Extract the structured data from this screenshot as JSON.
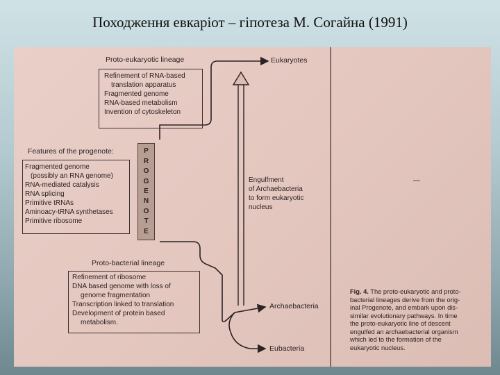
{
  "slide_title": "Походження евкаріот – гіпотеза М. Согайна (1991)",
  "figure": {
    "proto_eukaryotic_heading": "Proto-eukaryotic lineage",
    "proto_eukaryotic_items": [
      "Refinement of RNA-based",
      "translation apparatus",
      "Fragmented genome",
      "RNA-based metabolism",
      "Invention of cytoskeleton"
    ],
    "progenote_heading": "Features of the progenote:",
    "progenote_items": [
      "Fragmented genome",
      "(possibly an RNA genome)",
      "RNA-mediated catalysis",
      "RNA splicing",
      "Primitive tRNAs",
      "Aminoacy-tRNA synthetases",
      "Primitive ribosome"
    ],
    "progenote_vertical_letters": [
      "P",
      "R",
      "O",
      "G",
      "E",
      "N",
      "O",
      "T",
      "E"
    ],
    "proto_bacterial_heading": "Proto-bacterial lineage",
    "proto_bacterial_items": [
      "Refinement of ribosome",
      "DNA based genome with loss of",
      "genome fragmentation",
      "Transcription linked to translation",
      "Development of protein based",
      "metabolism."
    ],
    "endosymbiosis_label": [
      "Engulfment",
      "of Archaebacteria",
      "to form eukaryotic",
      "nucleus"
    ],
    "outcomes": {
      "eukaryotes": "Eukaryotes",
      "archaebacteria": "Archaebacteria",
      "eubacteria": "Eubacteria"
    },
    "caption": {
      "label": "Fig. 4.",
      "lines": [
        " The proto-eukaryotic and proto-",
        "bacterial lineages derive from the orig-",
        "inal Progenote, and embark upon dis-",
        "similar evolutionary pathways. In time",
        "the proto-eukaryotic line of descent",
        "engulfed an archaebacterial organism",
        "which led to the formation of the",
        "eukaryotic nucleus."
      ]
    }
  }
}
